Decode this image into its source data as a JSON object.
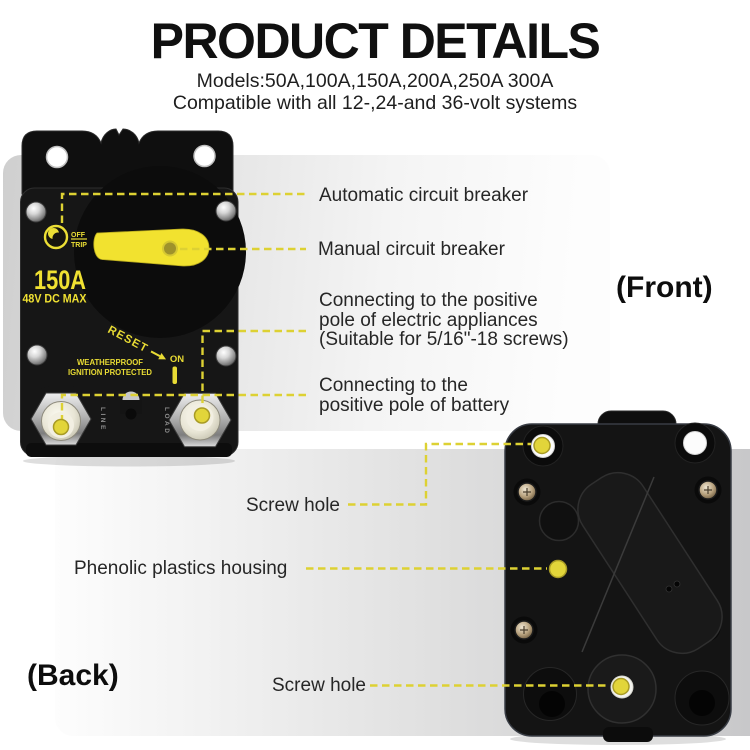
{
  "header": {
    "title": "PRODUCT DETAILS",
    "subtitle_models": "Models:50A,100A,150A,200A,250A 300A",
    "subtitle_compat": "Compatible with all 12-,24-and 36-volt systems"
  },
  "front_view": {
    "caption": "(Front)",
    "device": {
      "amp_rating": "150A",
      "voltage_rating": "48V DC MAX",
      "off_label": "OFF",
      "trip_label": "TRIP",
      "reset_label": "RESET",
      "weatherproof_line1": "WEATHERPROOF",
      "weatherproof_line2": "IGNITION PROTECTED",
      "on_label": "ON",
      "line_terminal": "LINE",
      "load_terminal": "LOAD"
    },
    "callouts": {
      "automatic": "Automatic circuit breaker",
      "manual": "Manual circuit breaker",
      "appliance_lines": [
        "Connecting to the positive",
        "pole of electric appliances",
        "(Suitable for 5/16\"-18 screws)"
      ],
      "battery_lines": [
        "Connecting to the",
        "positive pole of battery"
      ]
    }
  },
  "back_view": {
    "caption": "(Back)",
    "callouts": {
      "screw_hole_top": "Screw hole",
      "housing": "Phenolic plastics housing",
      "screw_hole_bottom": "Screw hole"
    }
  },
  "colors": {
    "callout_yellow": "#ddd133",
    "device_yellow": "#f2e22f",
    "background_gray_left": "#d2d2d2",
    "background_gray_right": "#c8c8ca"
  }
}
